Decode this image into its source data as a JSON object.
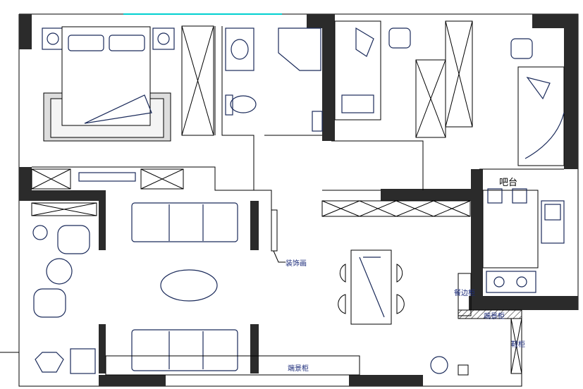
{
  "labels": {
    "bar_counter": "吧台",
    "decorative_painting": "装饰画",
    "sideboard": "餐边柜",
    "console_cabinet_right": "端景柜",
    "console_cabinet_bottom": "端景柜",
    "shoe_cabinet": "鞋柜"
  },
  "colors": {
    "wall": "#2b2b2b",
    "furniture": "#1a2a5a",
    "label": "#1a2a7a",
    "accent": "#00d0d0"
  }
}
